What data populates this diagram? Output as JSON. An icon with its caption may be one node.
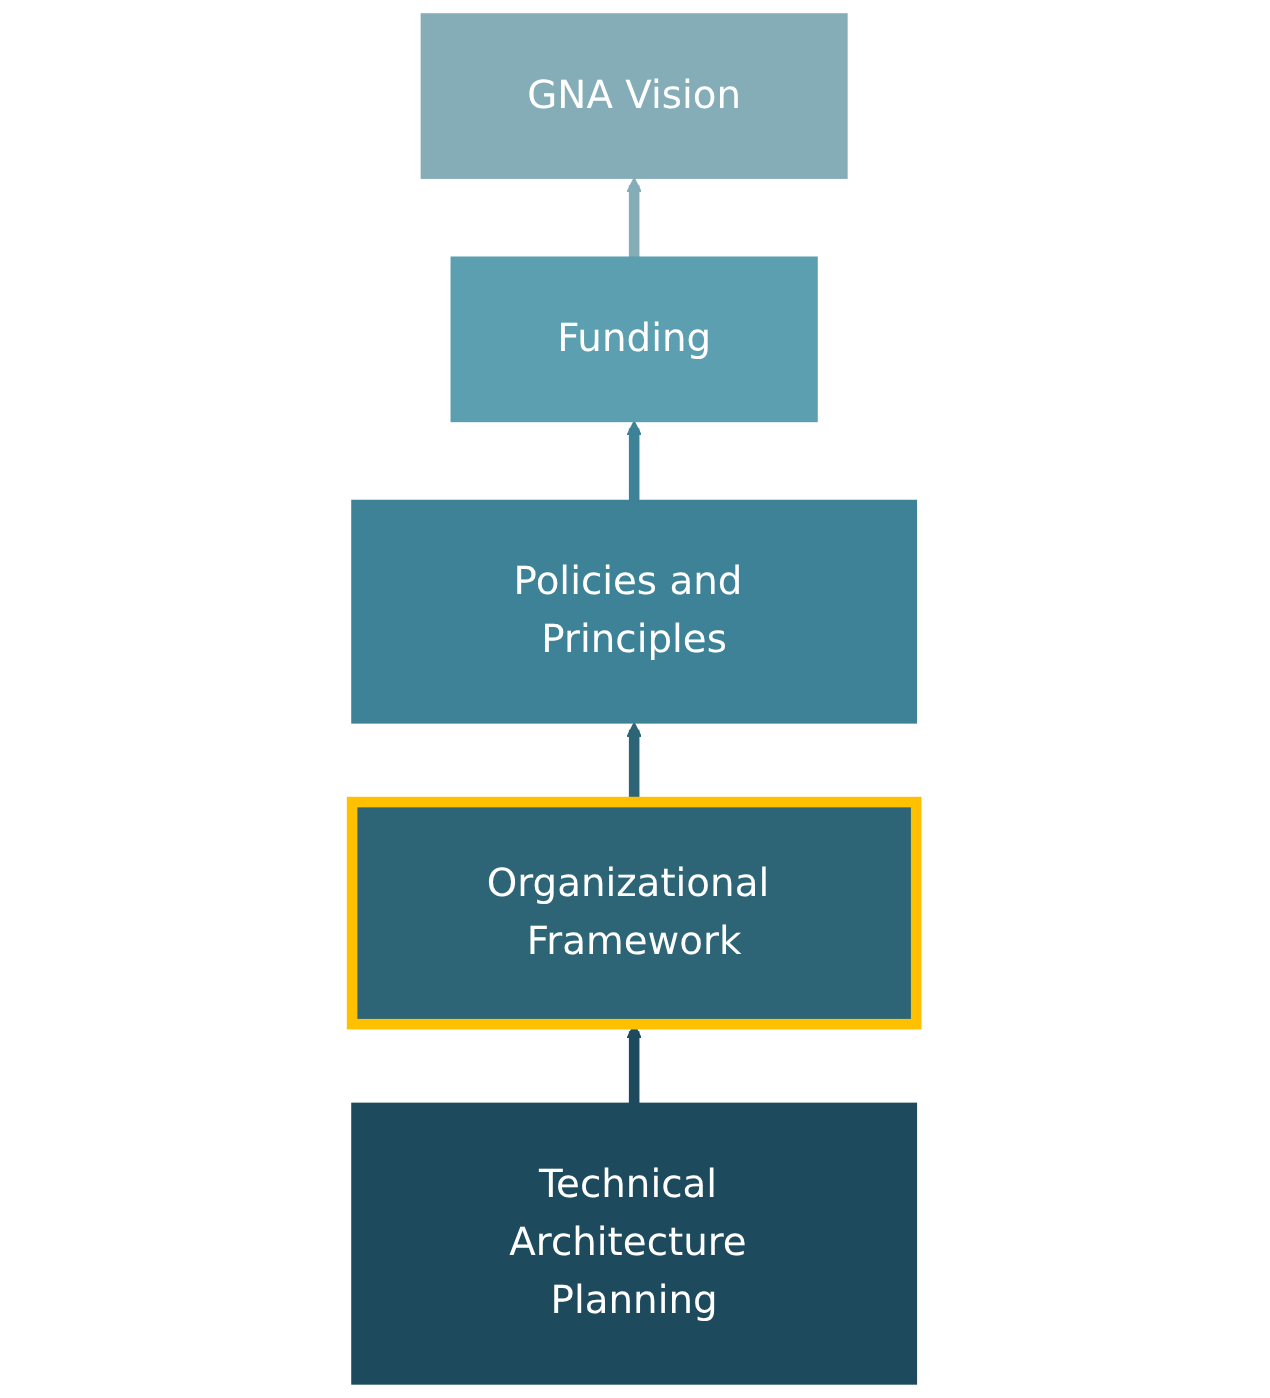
{
  "diagram": {
    "nodes": [
      {
        "text": [
          "GNA Vision"
        ]
      },
      {
        "text": [
          "Funding"
        ]
      },
      {
        "text": [
          "Policies and Principles"
        ]
      },
      {
        "text": [
          "Organizational Framework"
        ]
      },
      {
        "text": [
          "Technical Architecture Planning"
        ]
      }
    ],
    "edges": [
      {
        "from": 4,
        "to": 3,
        "arrow": "to",
        "color": "#1d4a5c"
      },
      {
        "from": 3,
        "to": 2,
        "arrow": "to",
        "color": "#2d6577"
      },
      {
        "from": 2,
        "to": 1,
        "arrow": "to",
        "color": "#3d8296"
      },
      {
        "from": 1,
        "to": 0,
        "arrow": "to",
        "color": "#85adb8"
      }
    ]
  }
}
